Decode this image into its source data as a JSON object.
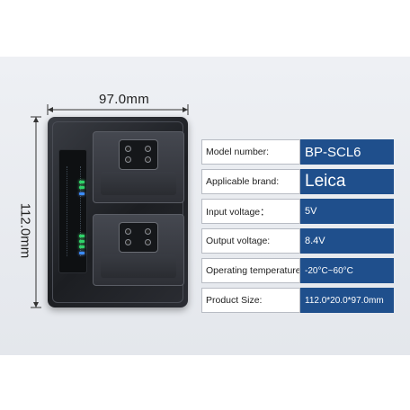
{
  "dimensions": {
    "width_label": "97.0mm",
    "height_label": "112.0mm"
  },
  "device": {
    "icon": "dual-battery-charger",
    "led_color": "#2fd56a",
    "indicator_color": "#3a8cff"
  },
  "specs": [
    {
      "label": "Model number:",
      "value": "BP-SCL6"
    },
    {
      "label": "Applicable brand:",
      "value": "Leica"
    },
    {
      "label": "Input voltage：",
      "value": "5V"
    },
    {
      "label": "Output voltage:",
      "value": "8.4V"
    },
    {
      "label": "Operating temperature:",
      "value": "-20°C~60°C"
    },
    {
      "label": "Product Size:",
      "value": "112.0*20.0*97.0mm"
    }
  ],
  "colors": {
    "value_bg": "#1f4f8c",
    "background": "#e8ebf0"
  }
}
